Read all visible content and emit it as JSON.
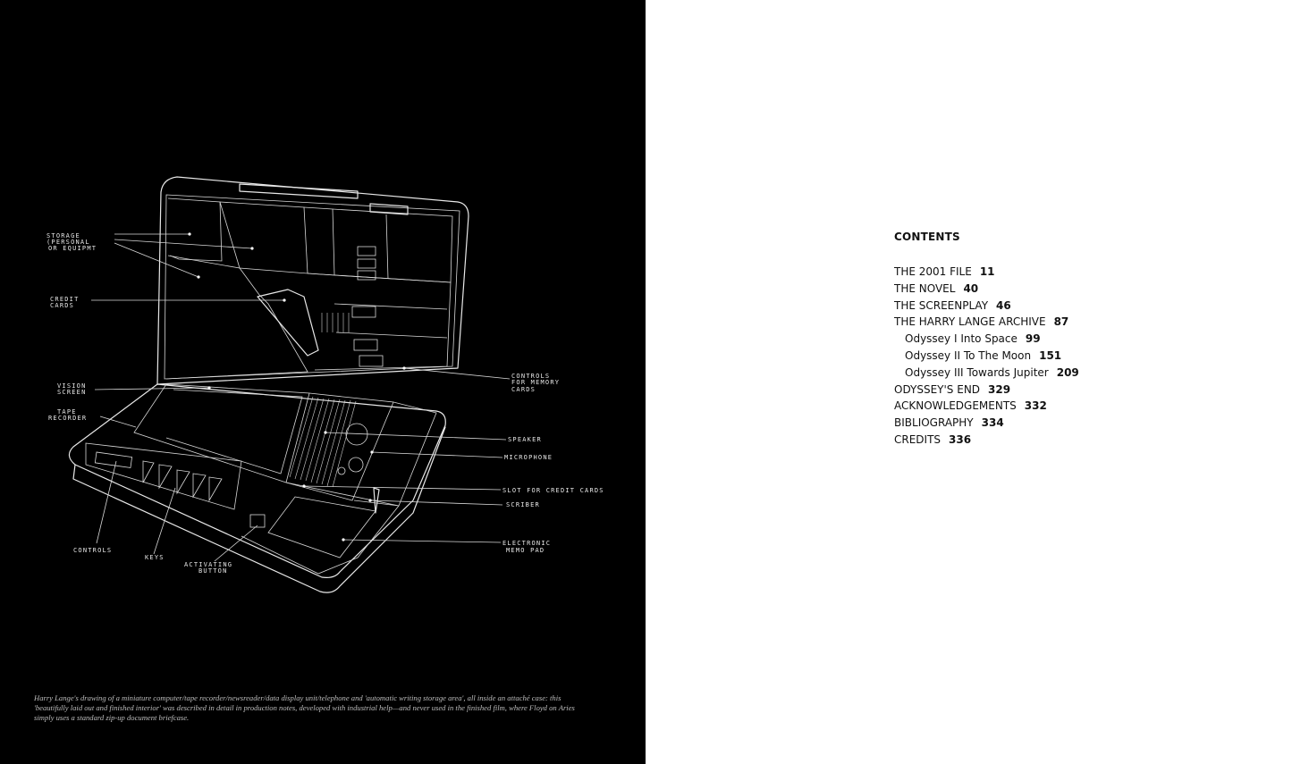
{
  "left_page": {
    "labels": {
      "storage": [
        "STORAGE",
        "(PERSONAL",
        "OR EQUIPMT"
      ],
      "credit_cards": [
        "CREDIT",
        "CARDS"
      ],
      "vision_screen": [
        "VISION",
        "SCREEN"
      ],
      "tape_recorder": [
        "TAPE",
        "RECORDER"
      ],
      "controls_memory": [
        "CONTROLS",
        "FOR MEMORY",
        "CARDS"
      ],
      "speaker": "SPEAKER",
      "microphone": "MICROPHONE",
      "slot": "SLOT FOR CREDIT CARDS",
      "scriber": "SCRIBER",
      "memo_pad": [
        "ELECTRONIC",
        "MEMO PAD"
      ],
      "controls": "CONTROLS",
      "keys": "KEYS",
      "activating_button": [
        "ACTIVATING",
        "BUTTON"
      ]
    },
    "caption": "Harry Lange's drawing of a miniature computer/tape recorder/newsreader/data display unit/telephone and 'automatic writing storage area', all inside an attaché case: this 'beautifully laid out and finished interior' was described in detail in production notes, developed with industrial help—and never used in the finished film, where Floyd on Aries simply uses a standard zip-up document briefcase."
  },
  "contents": {
    "title": "CONTENTS",
    "entries": [
      {
        "title": "THE 2001 FILE",
        "page": "11",
        "sub": false
      },
      {
        "title": "THE NOVEL",
        "page": "40",
        "sub": false
      },
      {
        "title": "THE SCREENPLAY",
        "page": "46",
        "sub": false
      },
      {
        "title": "THE HARRY LANGE ARCHIVE",
        "page": "87",
        "sub": false
      },
      {
        "title": "Odyssey I Into Space",
        "page": "99",
        "sub": true
      },
      {
        "title": "Odyssey II To The Moon",
        "page": "151",
        "sub": true
      },
      {
        "title": "Odyssey III Towards Jupiter",
        "page": "209",
        "sub": true
      },
      {
        "title": "ODYSSEY'S END",
        "page": "329",
        "sub": false
      },
      {
        "title": "ACKNOWLEDGEMENTS",
        "page": "332",
        "sub": false
      },
      {
        "title": "BIBLIOGRAPHY",
        "page": "334",
        "sub": false
      },
      {
        "title": "CREDITS",
        "page": "336",
        "sub": false
      }
    ]
  }
}
